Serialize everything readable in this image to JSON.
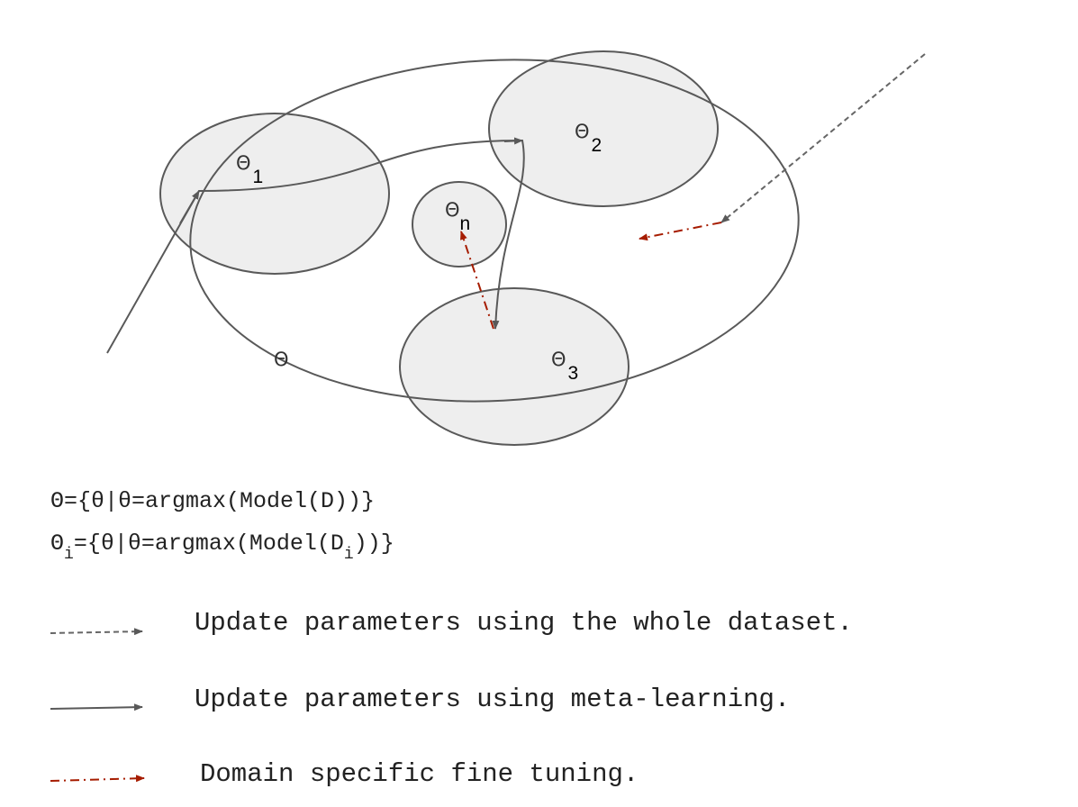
{
  "regions": {
    "outer": {
      "symbol": "Θ",
      "subscript": ""
    },
    "theta1": {
      "symbol": "Θ",
      "subscript": "1"
    },
    "theta2": {
      "symbol": "Θ",
      "subscript": "2"
    },
    "theta3": {
      "symbol": "Θ",
      "subscript": "3"
    },
    "thetan": {
      "symbol": "Θ",
      "subscript": "n"
    }
  },
  "formulas": {
    "line1": "Θ={θ|θ=argmax(Model(D))}",
    "line2_prefix": "Θ",
    "line2_sub1": "i",
    "line2_mid": "={θ|θ=argmax(Model(D",
    "line2_sub2": "i",
    "line2_suffix": "))}"
  },
  "legend": {
    "items": [
      {
        "style": "dashed",
        "label": "Update parameters using the whole dataset."
      },
      {
        "style": "solid",
        "label": "Update parameters using meta-learning."
      },
      {
        "style": "dashdot",
        "label": "Domain specific fine tuning."
      }
    ]
  },
  "colors": {
    "region_fill": "#eeeeee",
    "stroke": "#595959",
    "fine_tuning": "#a61c00"
  }
}
